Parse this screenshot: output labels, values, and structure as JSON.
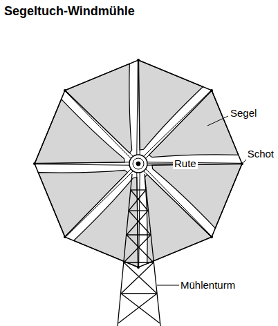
{
  "diagram": {
    "title": "Segeltuch-Windmühle",
    "labels": [
      "Segel",
      "Schot",
      "Rute",
      "Mühlenturm"
    ]
  }
}
